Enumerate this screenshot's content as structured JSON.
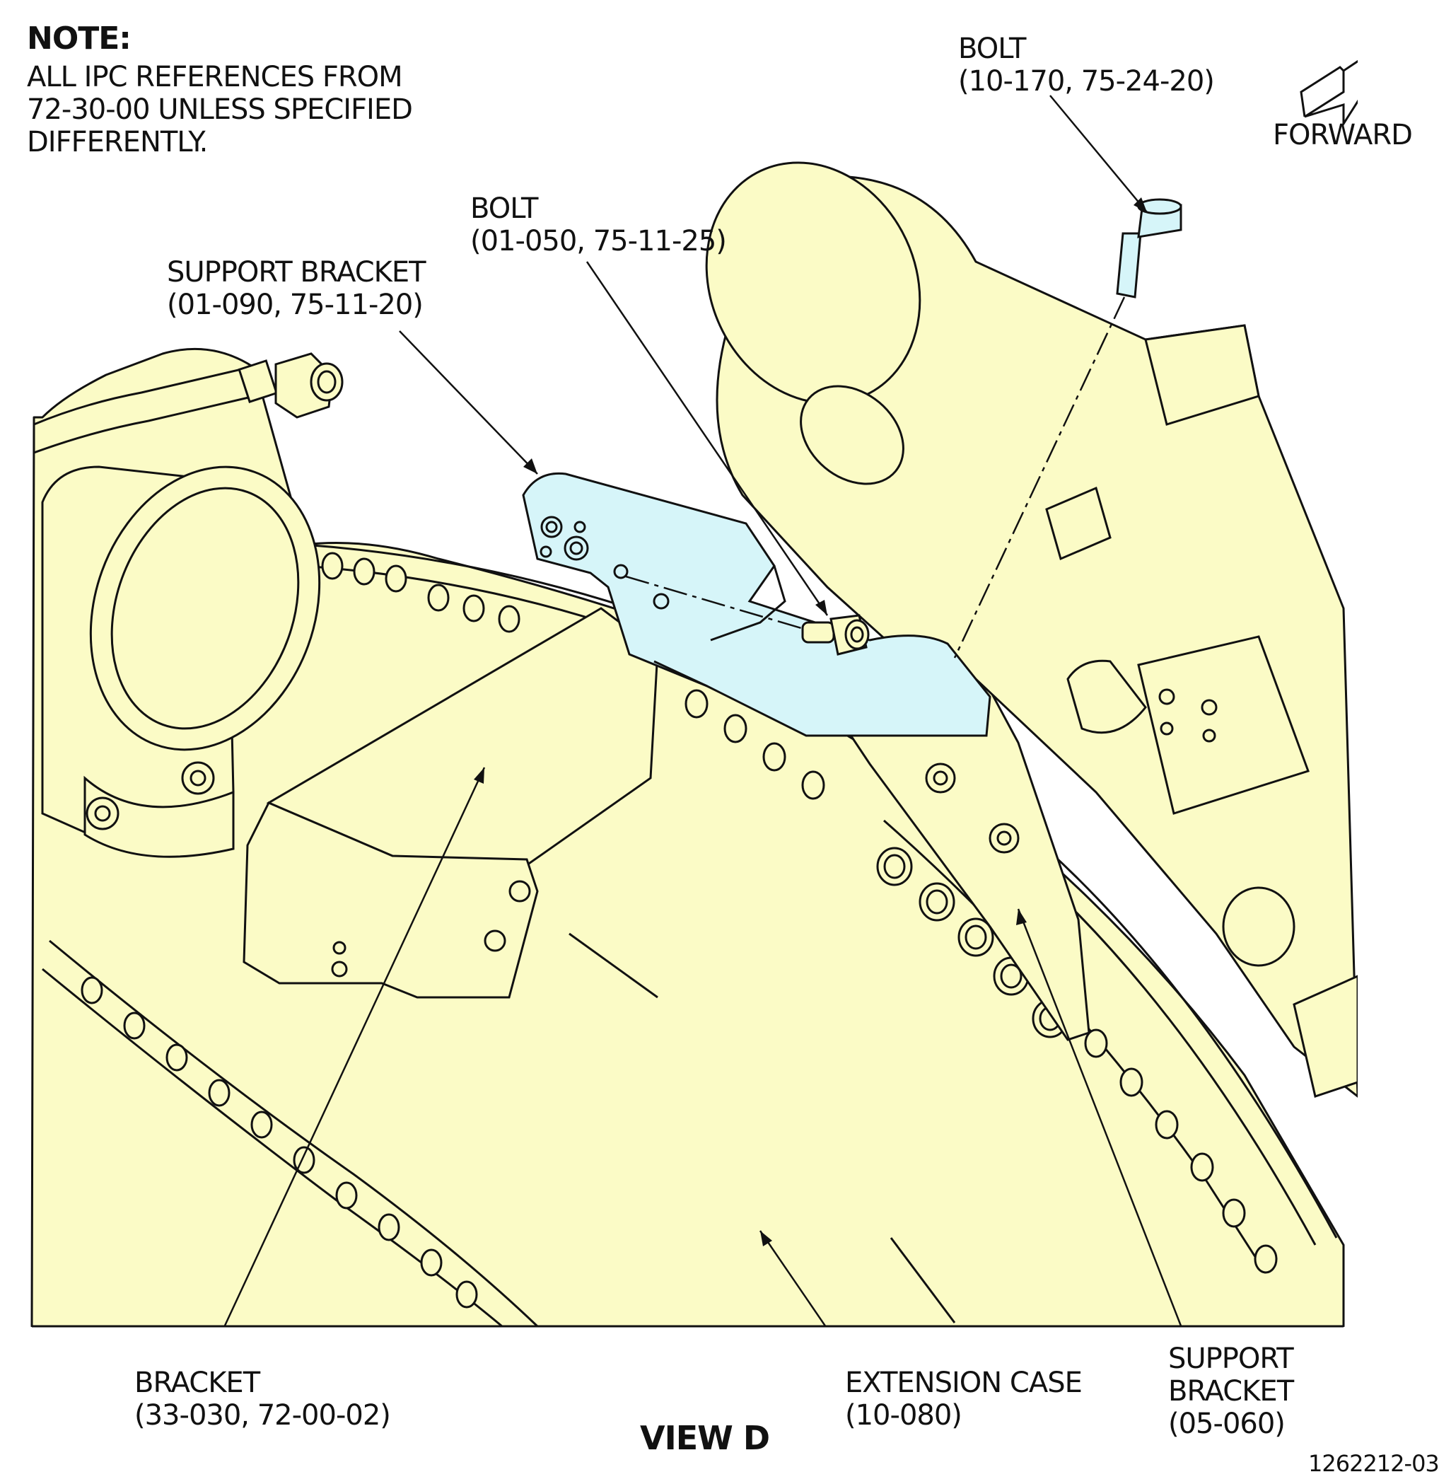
{
  "note": {
    "title": "NOTE:",
    "lines": [
      "ALL IPC REFERENCES FROM",
      "72-30-00 UNLESS SPECIFIED",
      "DIFFERENTLY."
    ]
  },
  "callouts": {
    "bolt_top": {
      "name": "BOLT",
      "ref": "(10-170, 75-24-20)"
    },
    "bolt_mid": {
      "name": "BOLT",
      "ref": "(01-050, 75-11-25)"
    },
    "support_bracket_highlighted": {
      "name": "SUPPORT BRACKET",
      "ref": "(01-090, 75-11-20)"
    },
    "bracket": {
      "name": "BRACKET",
      "ref": "(33-030, 72-00-02)"
    },
    "extension_case": {
      "name": "EXTENSION CASE",
      "ref": "(10-080)"
    },
    "support_bracket_lower": {
      "line1": "SUPPORT",
      "line2": "BRACKET",
      "ref": "(05-060)"
    }
  },
  "forward_label": "FORWARD",
  "view_title": "VIEW D",
  "figure_id": "1262212-03",
  "colors": {
    "part_fill": "#fbfbc6",
    "highlight_fill": "#d6f5f9",
    "outline": "#111111",
    "background": "#ffffff"
  }
}
